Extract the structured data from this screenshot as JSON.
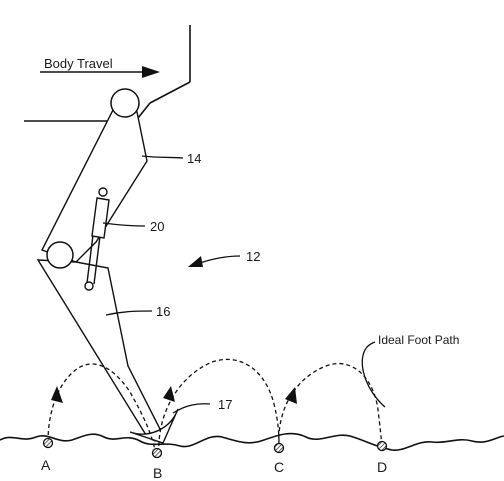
{
  "figure": {
    "body_travel_label": "Body Travel",
    "ideal_foot_path_label": "Ideal Foot Path",
    "reference_numerals": {
      "upper_leg": "14",
      "actuator": "20",
      "leg_assembly": "12",
      "lower_leg": "16",
      "foot": "17"
    },
    "ground_points": [
      "A",
      "B",
      "C",
      "D"
    ]
  }
}
